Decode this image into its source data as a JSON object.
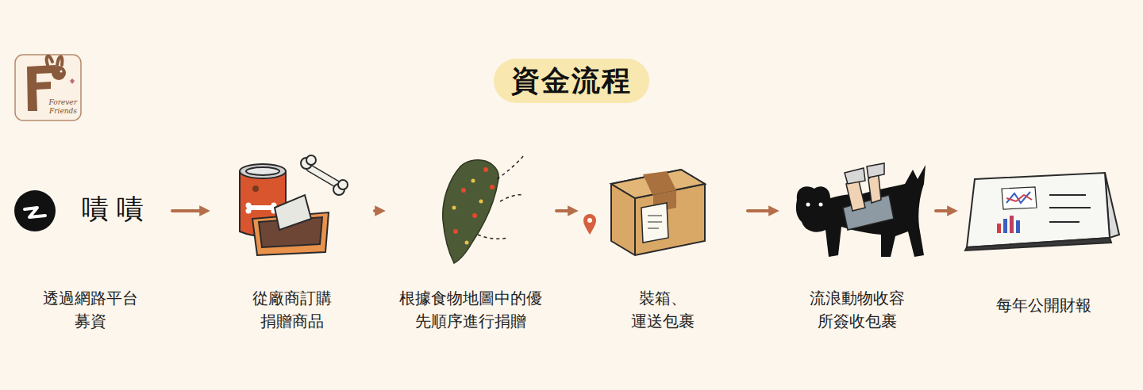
{
  "diagram": {
    "title": "資金流程",
    "nodes": [
      {
        "text": [
          "嘖嘖",
          "透過網路平台 募資"
        ]
      },
      {
        "text": [
          "從廠商訂購 捐贈商品"
        ]
      },
      {
        "text": [
          "根據食物地圖中的優 先順序進行捐贈"
        ]
      },
      {
        "text": [
          "裝箱、 運送包裹"
        ]
      },
      {
        "text": [
          "流浪動物收容 所簽收包裹"
        ]
      },
      {
        "text": [
          "每年公開財報"
        ]
      }
    ],
    "edges": [
      {
        "from": 0,
        "to": 1,
        "arrow": "to"
      },
      {
        "from": 1,
        "to": 2,
        "arrow": "to"
      },
      {
        "from": 2,
        "to": 3,
        "arrow": "to"
      },
      {
        "from": 3,
        "to": 4,
        "arrow": "to"
      },
      {
        "from": 4,
        "to": 5,
        "arrow": "to"
      }
    ],
    "labels": [
      "Forever Friends"
    ]
  }
}
